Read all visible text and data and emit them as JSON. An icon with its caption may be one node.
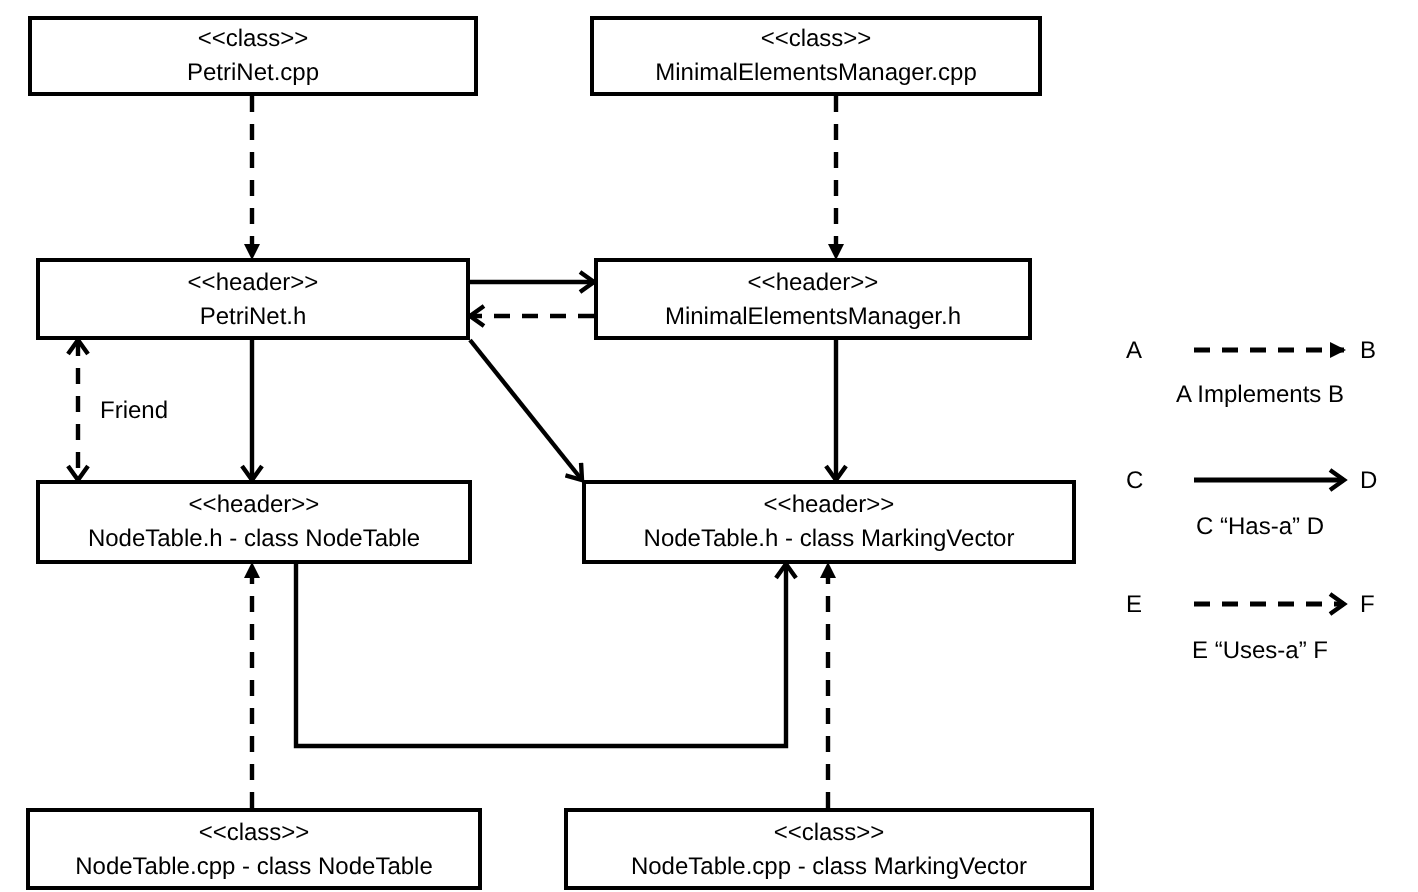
{
  "diagram": {
    "nodes": [
      {
        "text": [
          "<<class>>",
          "PetriNet.cpp"
        ]
      },
      {
        "text": [
          "<<class>>",
          "MinimalElementsManager.cpp"
        ]
      },
      {
        "text": [
          "<<header>>",
          "PetriNet.h"
        ]
      },
      {
        "text": [
          "<<header>>",
          "MinimalElementsManager.h"
        ]
      },
      {
        "text": [
          "<<header>>",
          "NodeTable.h - class NodeTable"
        ]
      },
      {
        "text": [
          "<<header>>",
          "NodeTable.h - class MarkingVector"
        ]
      },
      {
        "text": [
          "<<class>>",
          "NodeTable.cpp - class NodeTable"
        ]
      },
      {
        "text": [
          "<<class>>",
          "NodeTable.cpp - class MarkingVector"
        ]
      }
    ],
    "edges": [
      {
        "from": 0,
        "to": 2,
        "arrow": "to",
        "style": "dashed"
      },
      {
        "from": 1,
        "to": 3,
        "arrow": "to",
        "style": "dashed"
      },
      {
        "from": 2,
        "to": 3,
        "arrow": "to"
      },
      {
        "from": 3,
        "to": 2,
        "arrow": "to",
        "style": "dashed"
      },
      {
        "from": 2,
        "to": 4,
        "arrow": "to"
      },
      {
        "from": 2,
        "to": 5,
        "arrow": "to"
      },
      {
        "from": 3,
        "to": 5,
        "arrow": "to"
      },
      {
        "from": 2,
        "to": 4,
        "arrow": "both",
        "style": "dashed",
        "label": "Friend"
      },
      {
        "from": 4,
        "to": 5,
        "arrow": "to"
      },
      {
        "from": 6,
        "to": 4,
        "arrow": "to",
        "style": "dashed"
      },
      {
        "from": 7,
        "to": 5,
        "arrow": "to",
        "style": "dashed"
      }
    ],
    "labels": [
      "A",
      "B",
      "C",
      "D",
      "E",
      "F"
    ],
    "legend": [
      {
        "text": "A Implements B"
      },
      {
        "text": "C “Has-a” D"
      },
      {
        "text": "E “Uses-a” F"
      }
    ]
  }
}
